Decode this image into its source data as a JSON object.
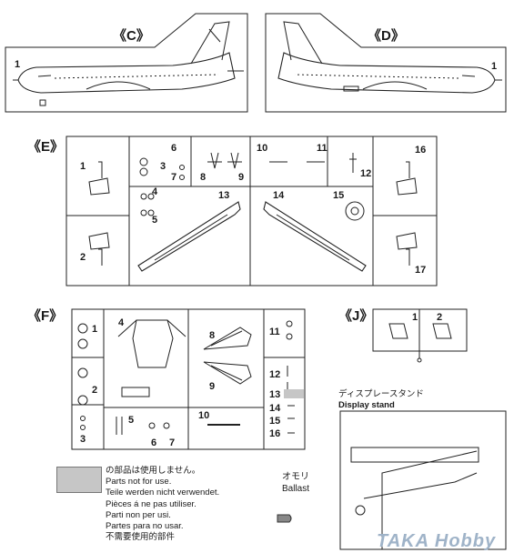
{
  "sections": {
    "c": "《C》",
    "d": "《D》",
    "e": "《E》",
    "f": "《F》",
    "j": "《J》"
  },
  "sprue_c": {
    "part_1": "1"
  },
  "sprue_d": {
    "part_1": "1"
  },
  "sprue_e": {
    "parts": [
      "1",
      "2",
      "3",
      "4",
      "5",
      "6",
      "7",
      "8",
      "9",
      "10",
      "11",
      "12",
      "13",
      "14",
      "15",
      "16",
      "17"
    ]
  },
  "sprue_f": {
    "parts": [
      "1",
      "2",
      "3",
      "4",
      "5",
      "6",
      "7",
      "8",
      "9",
      "10",
      "11",
      "12",
      "13",
      "14",
      "15",
      "16"
    ]
  },
  "sprue_j": {
    "parts": [
      "1",
      "2"
    ]
  },
  "stand": {
    "title_jp": "ディスプレースタンド",
    "title_en": "Display stand"
  },
  "not_used_note": {
    "jp": "の部品は使用しません。",
    "en": "Parts not for use.",
    "de": "Teile werden nicht verwendet.",
    "fr": "Pièces á ne pas utiliser.",
    "it": "Parti non per usi.",
    "es": "Partes para no usar.",
    "zh": "不需要使用的部件",
    "swatch_color": "#c6c6c6"
  },
  "ballast": {
    "jp": "オモリ",
    "en": "Ballast"
  },
  "watermark": "TAKA Hobby"
}
